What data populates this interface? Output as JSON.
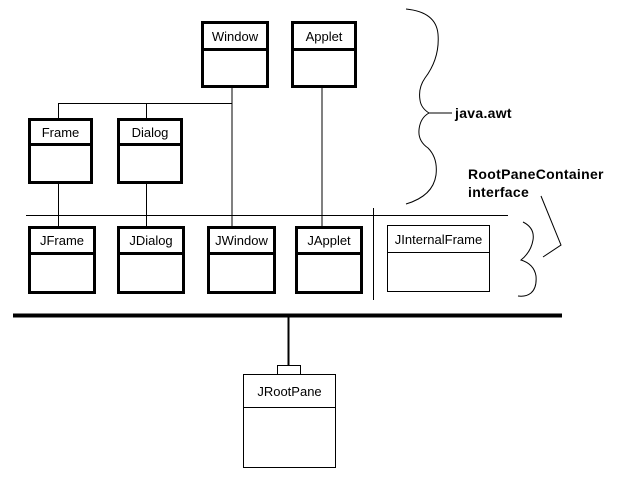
{
  "diagram": {
    "colors": {
      "line": "#000000",
      "background": "#ffffff"
    },
    "classes": [
      {
        "id": "window",
        "label": "Window"
      },
      {
        "id": "applet",
        "label": "Applet"
      },
      {
        "id": "frame",
        "label": "Frame"
      },
      {
        "id": "dialog",
        "label": "Dialog"
      },
      {
        "id": "jframe",
        "label": "JFrame"
      },
      {
        "id": "jdialog",
        "label": "JDialog"
      },
      {
        "id": "jwindow",
        "label": "JWindow"
      },
      {
        "id": "japplet",
        "label": "JApplet"
      },
      {
        "id": "jinternalframe",
        "label": "JInternalFrame"
      },
      {
        "id": "jrootpane",
        "label": "JRootPane"
      }
    ],
    "annotations": {
      "java_awt": "java.awt",
      "root_pane_container": "RootPaneContainer",
      "interface_word": "interface"
    }
  }
}
